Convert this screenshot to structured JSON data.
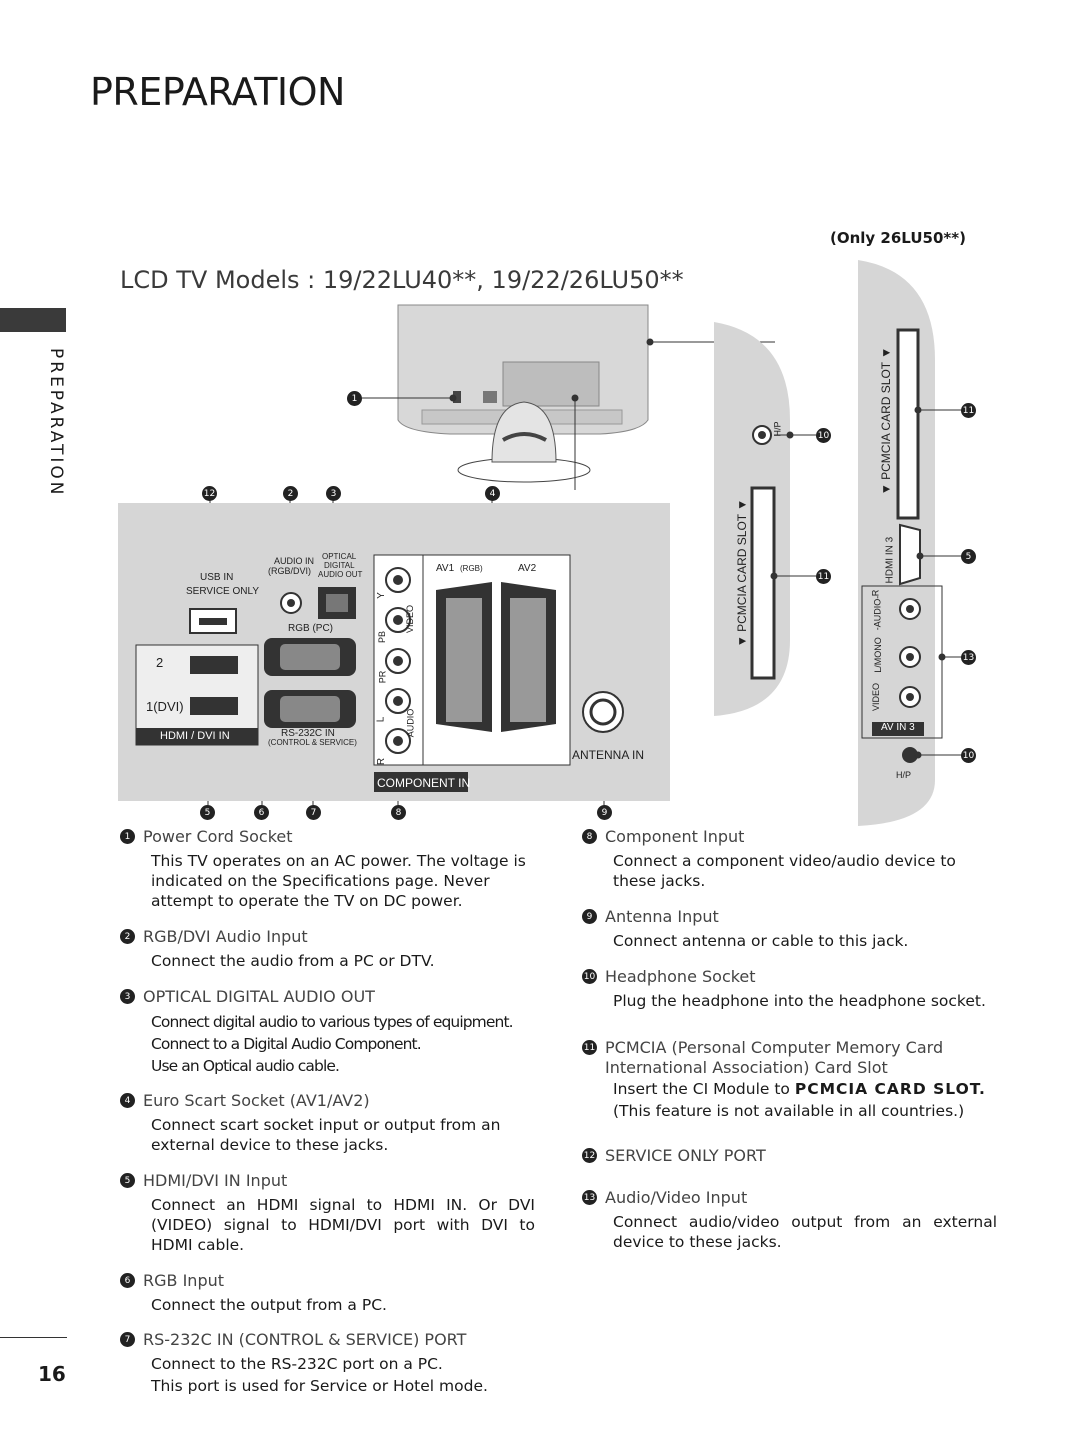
{
  "page": {
    "title": "PREPARATION",
    "side_label": "PREPARATION",
    "number": "16",
    "models_title": "LCD TV Models : 19/22LU40**, 19/22/26LU50**",
    "only_note": "(Only 26LU50**)"
  },
  "diagram": {
    "callout_numbers": [
      "1",
      "2",
      "3",
      "4",
      "5",
      "6",
      "7",
      "8",
      "9",
      "10",
      "11",
      "12",
      "13"
    ],
    "labels": {
      "usb": "USB IN",
      "service_only": "SERVICE ONLY",
      "audio_in": "AUDIO IN",
      "rgb_dvi": "(RGB/DVI)",
      "optical": "OPTICAL",
      "digital": "DIGITAL",
      "audio_out": "AUDIO OUT",
      "rgb_pc": "RGB (PC)",
      "rs232": "RS-232C  IN",
      "control_service": "(CONTROL & SERVICE)",
      "hdmi_2": "2",
      "hdmi_1": "1(DVI)",
      "hdmi_dvi_in": "HDMI / DVI IN",
      "av1": "AV1",
      "av1_rgb": "(RGB)",
      "av2": "AV2",
      "antenna_in": "ANTENNA IN",
      "component_in": "COMPONENT IN",
      "y": "Y",
      "pb": "PB",
      "pr": "PR",
      "l": "L",
      "r": "R",
      "video": "VIDEO",
      "audio": "AUDIO",
      "pcmcia_slot": "▼ PCMCIA CARD SLOT ▼",
      "hp": "H/P",
      "hdmi_in3": "HDMI IN 3",
      "av_in3": "AV IN 3",
      "video_side": "VIDEO",
      "lmono": "L/MONO",
      "audio_side": "-AUDIO-",
      "r_side": "R",
      "hp_bottom": "H/P"
    }
  },
  "items_left": [
    {
      "num": "1",
      "title": "Power Cord Socket",
      "desc": "This TV operates on an AC power. The voltage is indicated on the Specifications page. Never attempt to operate the TV on DC power."
    },
    {
      "num": "2",
      "title": "RGB/DVI Audio Input",
      "desc": "Connect the audio from a PC or DTV."
    },
    {
      "num": "3",
      "title": "OPTICAL DIGITAL AUDIO OUT",
      "desc_lines": [
        "Connect digital audio to various types of equipment.",
        "Connect to a Digital Audio Component.",
        "Use an Optical audio cable."
      ]
    },
    {
      "num": "4",
      "title": "Euro Scart Socket (AV1/AV2)",
      "desc": "Connect scart socket input or output from an external device to these jacks."
    },
    {
      "num": "5",
      "title": "HDMI/DVI IN Input",
      "desc": "Connect an HDMI signal to HDMI IN. Or DVI (VIDEO) signal to HDMI/DVI port with DVI to HDMI cable."
    },
    {
      "num": "6",
      "title": "RGB Input",
      "desc": "Connect the output from a PC."
    },
    {
      "num": "7",
      "title": "RS-232C IN (CONTROL & SERVICE) PORT",
      "desc_lines": [
        "Connect to the RS-232C port on a PC.",
        "This port is used for Service or Hotel mode."
      ]
    }
  ],
  "items_right": [
    {
      "num": "8",
      "title": "Component Input",
      "desc": "Connect a component video/audio device to these jacks."
    },
    {
      "num": "9",
      "title": "Antenna Input",
      "desc": "Connect antenna or cable to this jack."
    },
    {
      "num": "10",
      "title": "Headphone Socket",
      "desc": "Plug the headphone into the headphone socket."
    },
    {
      "num": "11",
      "title_lines": [
        "PCMCIA (Personal Computer Memory Card",
        "International Association) Card Slot"
      ],
      "desc_prefix": "Insert the CI Module to ",
      "desc_strong": "PCMCIA CARD SLOT.",
      "desc_line2": "(This feature is not available in all countries.)"
    },
    {
      "num": "12",
      "title": "SERVICE ONLY PORT"
    },
    {
      "num": "13",
      "title": "Audio/Video Input",
      "desc": "Connect audio/video output from an external device to these jacks."
    }
  ]
}
